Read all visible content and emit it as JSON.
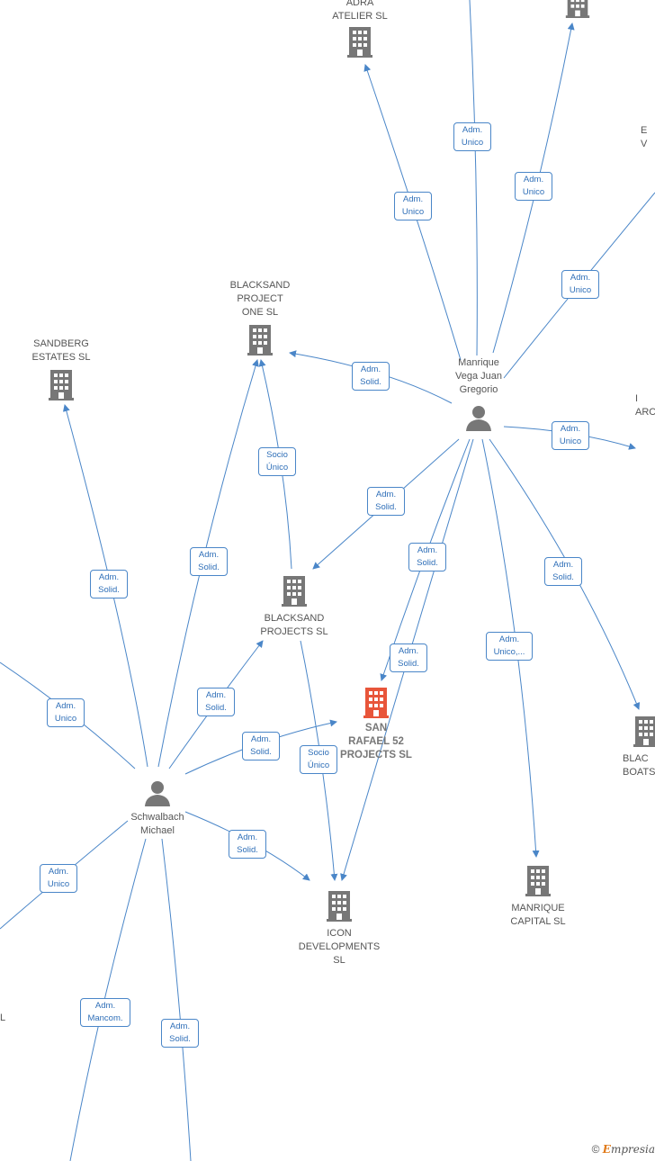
{
  "colors": {
    "edge": "#4a86c8",
    "building": "#777777",
    "main_building": "#e8553a",
    "person": "#777777"
  },
  "nodes": {
    "adra": "ADRA\nATELIER  SL",
    "blacksand_one": "BLACKSAND\nPROJECT\nONE  SL",
    "sandberg": "SANDBERG\nESTATES  SL",
    "manrique_person": "Manrique\nVega Juan\nGregorio",
    "blacksand_projects": "BLACKSAND\nPROJECTS  SL",
    "san_rafael": "SAN\nRAFAEL 52\nPROJECTS  SL",
    "schwalbach": "Schwalbach\nMichael",
    "icon_dev": "ICON\nDEVELOPMENTS\nSL",
    "manrique_capital": "MANRIQUE\nCAPITAL  SL",
    "blac_boats": "BLAC\nBOATS",
    "partial_right_top": "E\nV",
    "partial_right_mid": "I\nARC",
    "partial_left": "L"
  },
  "edge_labels": {
    "e1": "Adm.\nUnico",
    "e2": "Adm.\nUnico",
    "e3": "Adm.\nUnico",
    "e4": "Adm.\nUnico",
    "e5": "Adm.\nSolid.",
    "e6": "Adm.\nUnico",
    "e7": "Socio\nÚnico",
    "e8": "Adm.\nSolid.",
    "e9": "Adm.\nSolid.",
    "e10": "Adm.\nSolid.",
    "e11": "Adm.\nSolid.",
    "e12": "Adm.\nSolid.",
    "e13": "Adm.\nUnico,...",
    "e14": "Adm.\nSolid.",
    "e15": "Adm.\nUnico",
    "e16": "Adm.\nSolid.",
    "e17": "Adm.\nSolid.",
    "e18": "Socio\nÚnico",
    "e19": "Adm.\nSolid.",
    "e20": "Adm.\nUnico",
    "e21": "Adm.\nMancom.",
    "e22": "Adm.\nSolid."
  },
  "footer": {
    "copyright": "©",
    "brand_e": "E",
    "brand_rest": "mpresia"
  }
}
